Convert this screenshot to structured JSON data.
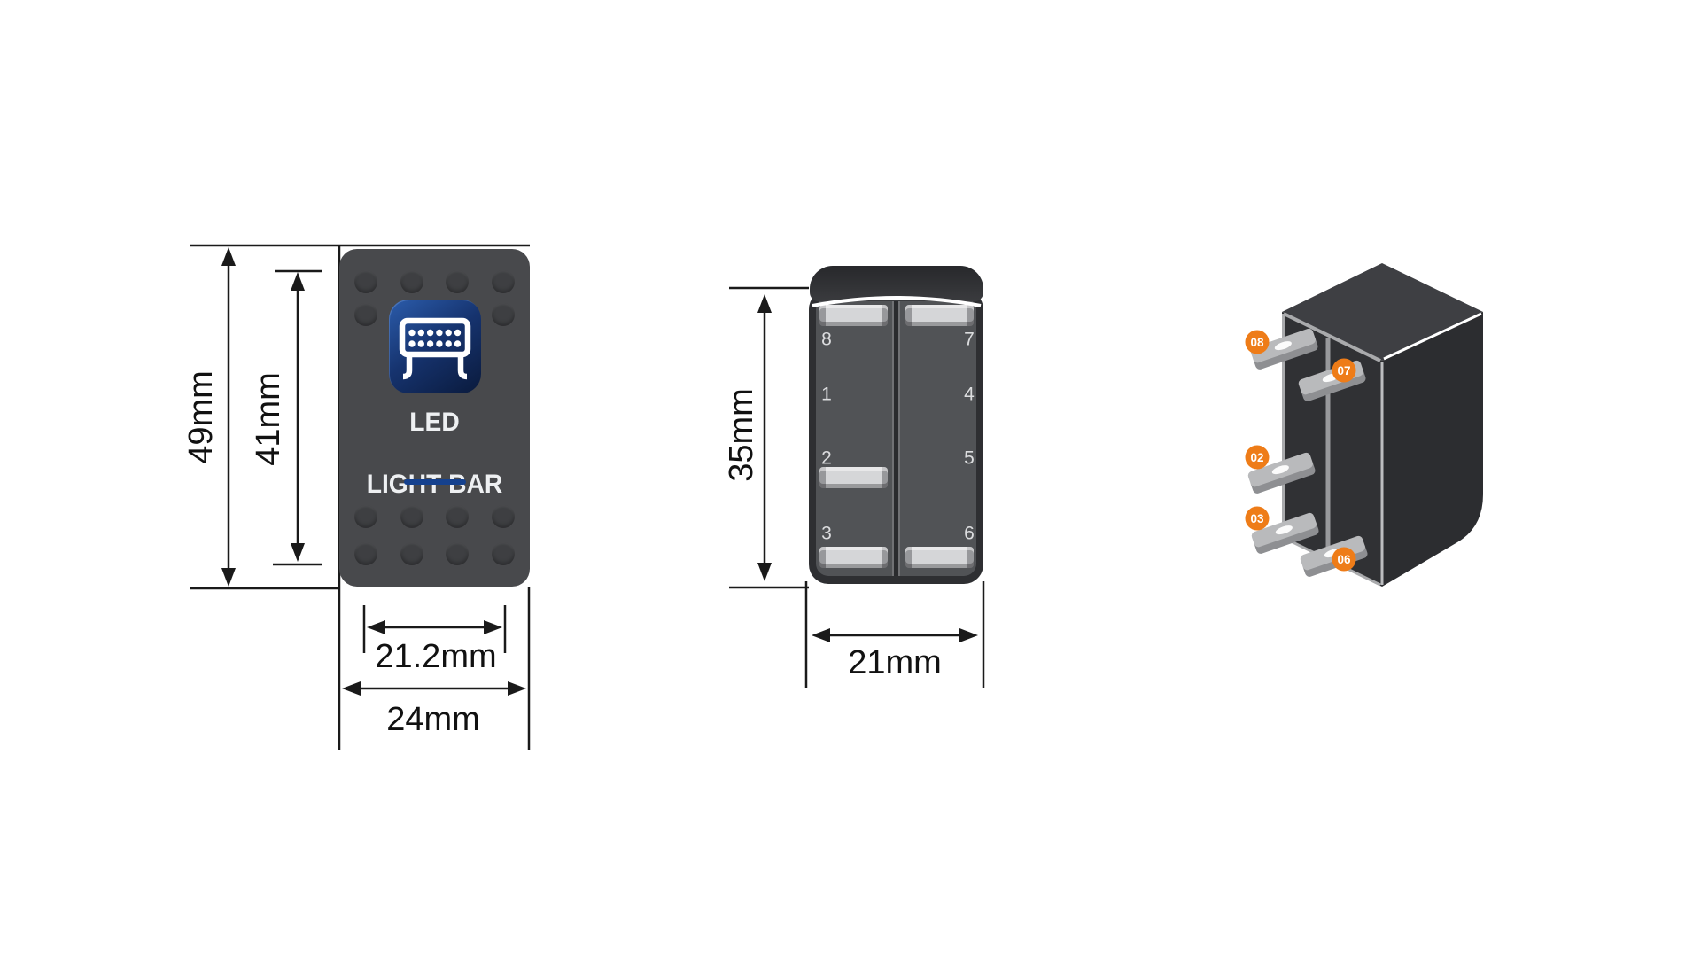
{
  "figures": {
    "front_view": {
      "rocker_label_line1": "LED",
      "rocker_label_line2": "LIGHT BAR",
      "icon": "led-light-bar-icon",
      "dims": {
        "height_outer": "49mm",
        "height_inner": "41mm",
        "width_inner": "21.2mm",
        "width_outer": "24mm"
      }
    },
    "side_view": {
      "dims": {
        "height": "35mm",
        "width": "21mm"
      },
      "pins_left": [
        "8",
        "1",
        "2",
        "3"
      ],
      "pins_right": [
        "7",
        "4",
        "5",
        "6"
      ]
    },
    "iso_view": {
      "terminal_badges": [
        "08",
        "07",
        "02",
        "03",
        "06"
      ]
    }
  },
  "colors": {
    "badge_orange": "#ee7c18",
    "icon_blue_light": "#2b5cab",
    "icon_blue_dark": "#0a1a3c",
    "indicator_blue": "#15418e",
    "dimension_line": "#1a1a1a"
  }
}
